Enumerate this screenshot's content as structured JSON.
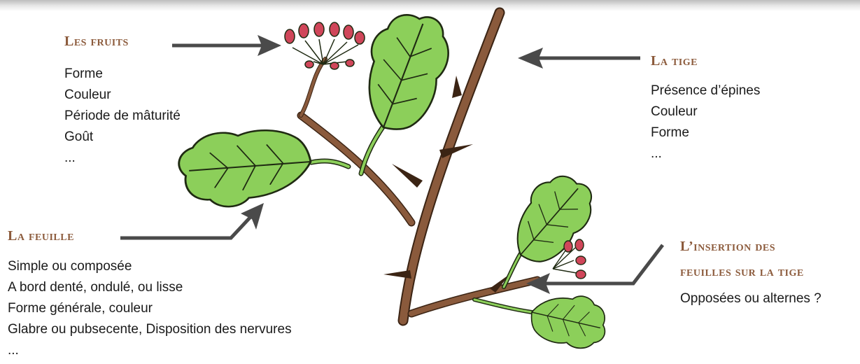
{
  "fruits": {
    "heading": "Les fruits",
    "items": [
      "Forme",
      "Couleur",
      "Période de mâturité",
      "Goût",
      "..."
    ]
  },
  "stem": {
    "heading": "La tige",
    "items": [
      "Présence d’épines",
      "Couleur",
      "Forme",
      "..."
    ]
  },
  "leaf": {
    "heading": "La feuille",
    "items": [
      "Simple ou composée",
      "A bord denté, ondulé, ou lisse",
      "Forme générale, couleur",
      "Glabre ou pubsecente, Disposition des nervures",
      "..."
    ]
  },
  "insertion": {
    "heading_line1": "L’insertion des",
    "heading_line2": "feuilles sur la tige",
    "items": [
      "Opposées ou alternes ?"
    ]
  },
  "colors": {
    "heading": "#8c5b3c",
    "arrow": "#4a4a4a",
    "stem": "#8a5a3c",
    "stem_outline": "#3b2414",
    "leaf": "#8ccf5a",
    "leaf_outline": "#1f2a12",
    "fruit": "#d0465a"
  }
}
